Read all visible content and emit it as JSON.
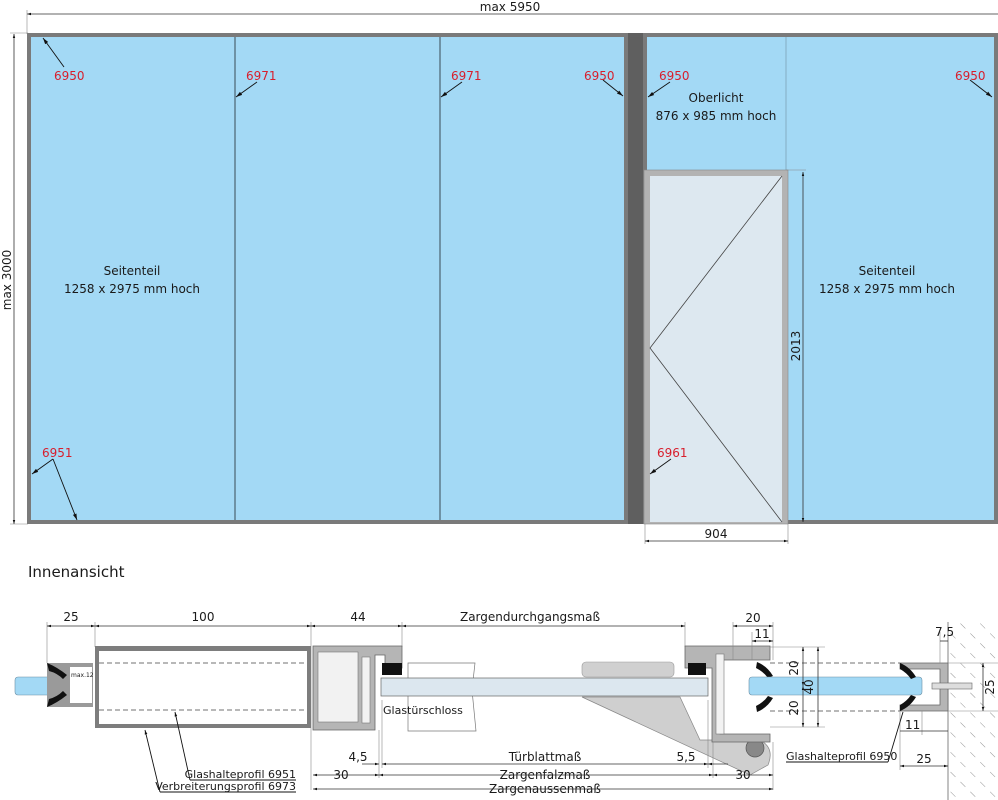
{
  "elevation": {
    "overall_width_label": "max 5950",
    "overall_height_label": "max 3000",
    "left_panel": {
      "title": "Seitenteil",
      "size": "1258 x 2975 mm hoch"
    },
    "right_panel": {
      "title": "Seitenteil",
      "size": "1258 x 2975 mm hoch"
    },
    "transom": {
      "title": "Oberlicht",
      "size": "876 x 985 mm hoch"
    },
    "door_height_label": "2013",
    "door_width_label": "904",
    "profile_callouts": {
      "top_left": "6950",
      "mullion_1": "6971",
      "mullion_2": "6971",
      "left_section_right": "6950",
      "door_section_left": "6950",
      "right_edge": "6950",
      "bottom_left": "6951",
      "door": "6961"
    }
  },
  "section_title": "Innenansicht",
  "section": {
    "dims": {
      "d25_left": "25",
      "d100": "100",
      "d44": "44",
      "zargendurchgang": "Zargendurchgangsmaß",
      "d20_top": "20",
      "d11_top": "11",
      "d7_5": "7,5",
      "d20_a": "20",
      "d40": "40",
      "d20_b": "20",
      "d25_wall": "25",
      "d11_bottom": "11",
      "d25_bottom": "25",
      "d4_5": "4,5",
      "tuerblatt": "Türblattmaß",
      "d5_5": "5,5",
      "d30_left": "30",
      "zargenfalz": "Zargenfalzmaß",
      "d30_right": "30",
      "zargenaussen": "Zargenaussenmaß",
      "max12": "max.12"
    },
    "labels": {
      "glastuerschloss": "Glastürschloss",
      "glashalteprofil_6951": "Glashalteprofil 6951",
      "verbreiterungsprofil_6973": "Verbreiterungsprofil 6973",
      "glashalteprofil_6950": "Glashalteprofil 6950"
    }
  },
  "colors": {
    "glass": "#a3d9f5",
    "door_glass": "#dde8f0",
    "frame": "#7a7a7a",
    "callout": "#d81e2c"
  }
}
